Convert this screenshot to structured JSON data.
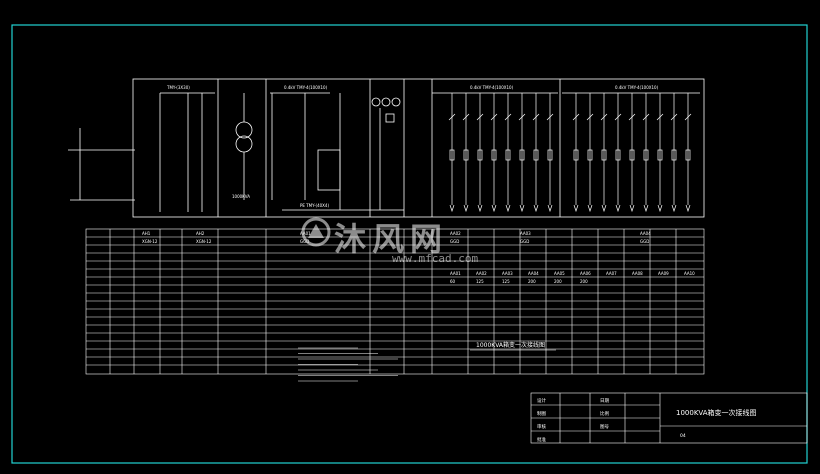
{
  "drawing": {
    "schematic_title": "1000KVA箱变一次接线图",
    "sheet_title": "1000KVA箱变一次接线图",
    "sheet_no": "04"
  },
  "busbars": {
    "hv": "TMY-(3X30)",
    "transformer": "0.4kV TMY-4(100X10)",
    "lv_left": "0.4kV TMY-4(100X10)",
    "lv_right": "0.4kV TMY-4(100X10)",
    "pe": "PE TMY-(40X4)"
  },
  "panel_labels": [
    "AH1",
    "AH2",
    "AA01",
    "AA02",
    "AA03",
    "AA04"
  ],
  "panel_models": [
    "XGN-12",
    "XGN-12",
    "GGD",
    "GGD",
    "GGD",
    "GGD"
  ],
  "circuit_numbers": [
    "AA01",
    "AA02",
    "AA03",
    "AA04",
    "AA05",
    "AA06",
    "AA07",
    "AA08",
    "AA09",
    "AA10"
  ],
  "currents": [
    "60",
    "125",
    "125",
    "200",
    "200",
    "200"
  ],
  "transformer_rating": "1000KVA",
  "notes_count": 7,
  "title_block": {
    "rows": [
      "设计",
      "制图",
      "审核",
      "批准"
    ],
    "right_rows": [
      "日期",
      "比例",
      "图号"
    ]
  },
  "watermark": {
    "text": "沐风网",
    "url": "www.mfcad.com"
  },
  "colors": {
    "background": "#000000",
    "line": "#ffffff",
    "frame": "#22d3d3",
    "accent": "#20c0d0"
  }
}
